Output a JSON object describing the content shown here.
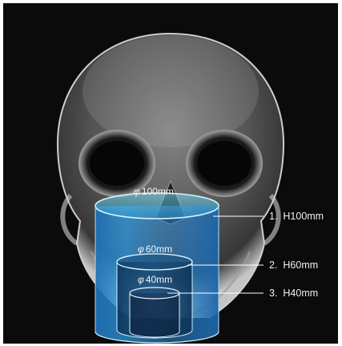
{
  "fov_labels": [
    {
      "diameter": "φ",
      "size": "100mm"
    },
    {
      "diameter": "φ",
      "size": "60mm"
    },
    {
      "diameter": "φ",
      "size": "40mm"
    }
  ],
  "height_labels": [
    {
      "num": "1.",
      "text": "H100mm"
    },
    {
      "num": "2.",
      "text": "H60mm"
    },
    {
      "num": "3.",
      "text": "H40mm"
    }
  ],
  "colors": {
    "background": "#0b0b0b",
    "cylinder_blue": "#2a93d8",
    "bone": "#e6e6e6",
    "text": "#f2f2f2"
  }
}
